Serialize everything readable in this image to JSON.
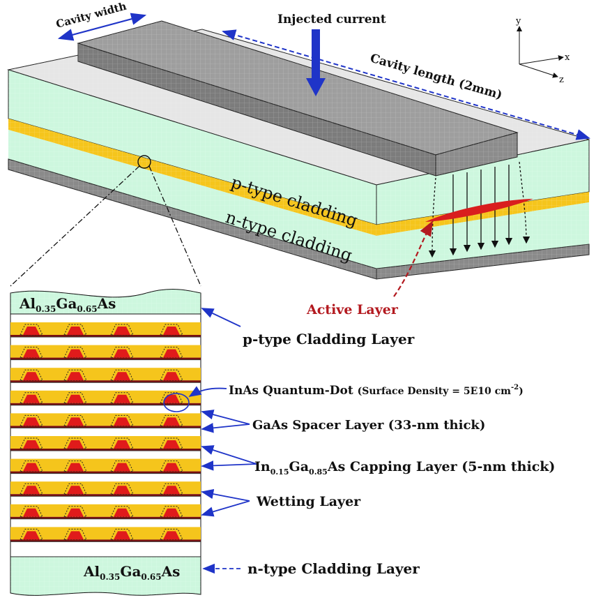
{
  "labels": {
    "cavity_width": "Cavity width",
    "injected_current": "Injected current",
    "cavity_length": "Cavity length (2mm)",
    "p_type_cladding": "p-type cladding",
    "n_type_cladding": "n-type cladding",
    "active_layer": "Active Layer",
    "axis_y": "y",
    "axis_x": "x",
    "axis_z": "z"
  },
  "stack": {
    "top_material": {
      "base1": "Al",
      "sub1": "0.35",
      "base2": "Ga",
      "sub2": "0.65",
      "base3": "As"
    },
    "bottom_material": {
      "base1": "Al",
      "sub1": "0.35",
      "base2": "Ga",
      "sub2": "0.65",
      "base3": "As"
    },
    "num_periods": 10,
    "dots_per_period": 4
  },
  "callouts": {
    "p_cladding_layer": "p-type Cladding Layer",
    "qd_main": "InAs Quantum-Dot ",
    "qd_density_prefix": "(Surface Density = 5E10 cm",
    "qd_density_sup": "-2",
    "qd_density_suffix": ")",
    "spacer": "GaAs Spacer Layer (33-nm thick)",
    "capping_base1": "In",
    "capping_sub1": "0.15",
    "capping_base2": "Ga",
    "capping_sub2": "0.85",
    "capping_rest": "As Capping  Layer (5-nm thick)",
    "wetting": "Wetting Layer",
    "n_cladding_layer": "n-type Cladding Layer"
  },
  "colors": {
    "cladding": "#cdf7de",
    "active": "#f5c51c",
    "ridge_top": "#9e9e9e",
    "ridge_side": "#7c7c7c",
    "substrate": "#8a8a8a",
    "quantum_dot": "#e01b1b",
    "arrow_blue": "#1f34c8",
    "active_label": "#b3191f"
  }
}
